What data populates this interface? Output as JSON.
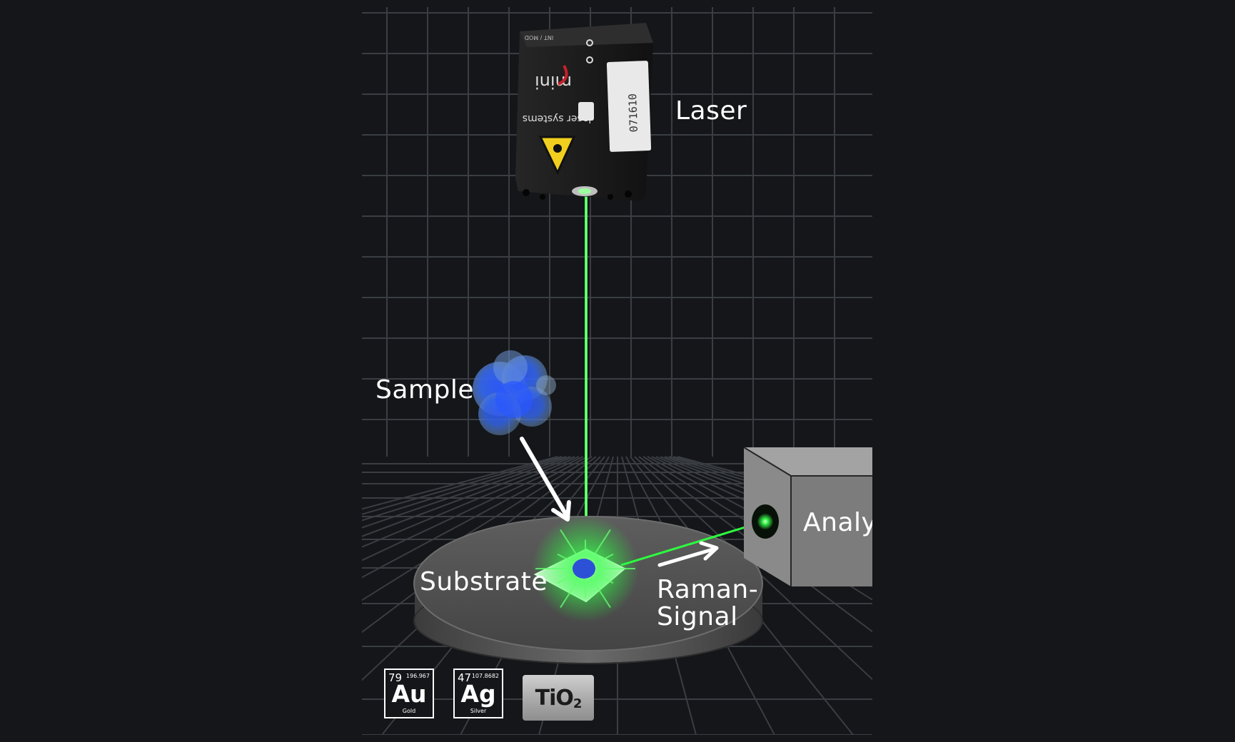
{
  "labels": {
    "laser": "Laser",
    "sample": "Sample",
    "substrate": "Substrate",
    "raman_line1": "Raman-",
    "raman_line2": "Signal",
    "analyser": "Analyser"
  },
  "laser_device": {
    "brand": "laser systems",
    "model": "mini",
    "serial": "071610",
    "port_label": "INT / MOD"
  },
  "materials": [
    {
      "number": "79",
      "mass": "196.967",
      "symbol": "Au",
      "name": "Gold"
    },
    {
      "number": "47",
      "mass": "107.8682",
      "symbol": "Ag",
      "name": "Silver"
    }
  ],
  "compound": {
    "base": "TiO",
    "subscript": "2"
  },
  "colors": {
    "background": "#141619",
    "grid": "#3a3d42",
    "laser_beam": "#39ff4a",
    "sample": "#3f6dff",
    "platform": "#6c6c6c",
    "analyser": "#8a8a8a",
    "label": "#ffffff"
  }
}
